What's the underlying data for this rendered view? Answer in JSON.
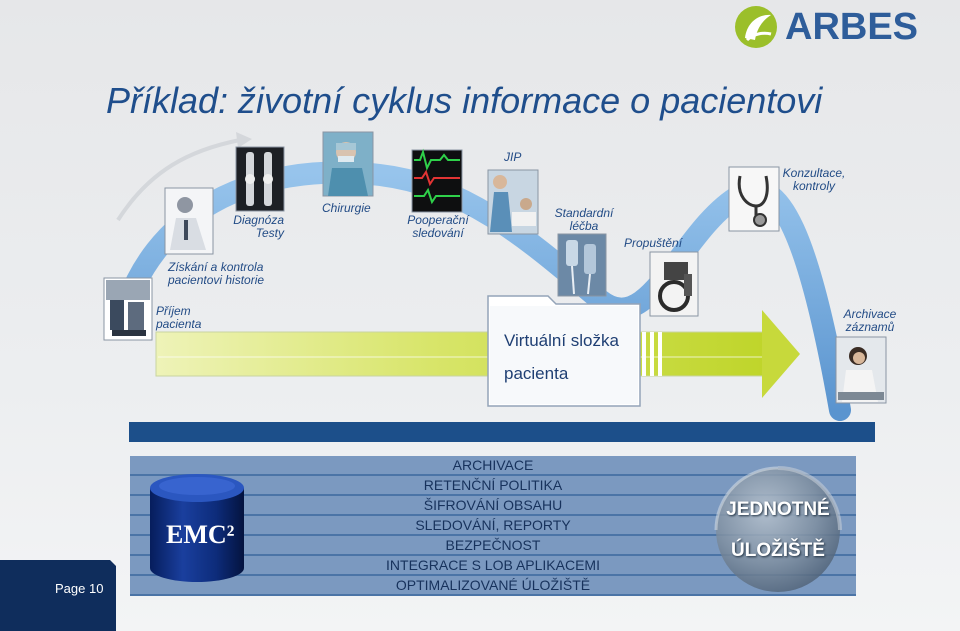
{
  "brand": {
    "name": "ARBES"
  },
  "title": "Příklad: životní cyklus informace o pacientovi",
  "stages": [
    {
      "id": "prijem",
      "label_line1": "Příjem",
      "label_line2": "pacienta"
    },
    {
      "id": "ziskani",
      "label_line1": "Získání a kontrola",
      "label_line2": "pacientovi historie"
    },
    {
      "id": "diagnoza",
      "label_line1": "Diagnóza",
      "label_line2": "Testy"
    },
    {
      "id": "chirurgie",
      "label_line1": "Chirurgie",
      "label_line2": ""
    },
    {
      "id": "pooperacni",
      "label_line1": "Pooperační",
      "label_line2": "sledování"
    },
    {
      "id": "jip",
      "label_line1": "JIP",
      "label_line2": ""
    },
    {
      "id": "standardni",
      "label_line1": "Standardní",
      "label_line2": "léčba"
    },
    {
      "id": "propusteni",
      "label_line1": "Propuštění",
      "label_line2": ""
    },
    {
      "id": "konzultace",
      "label_line1": "Konzultace,",
      "label_line2": "kontroly"
    },
    {
      "id": "archivace",
      "label_line1": "Archivace",
      "label_line2": "záznamů"
    }
  ],
  "folder": {
    "line1": "Virtuální složka",
    "line2": "pacienta"
  },
  "storage": {
    "vendor_logo": "EMC²",
    "items": [
      "ARCHIVACE",
      "RETENČNÍ POLITIKA",
      "ŠIFROVÁNÍ OBSAHU",
      "SLEDOVÁNÍ, REPORTY",
      "BEZPEČNOST",
      "INTEGRACE S LOB APLIKACEMI",
      "OPTIMALIZOVANÉ ÚLOŽIŠTĚ"
    ],
    "sphere_line1": "JEDNOTNÉ",
    "sphere_line2": "ÚLOŽIŠTĚ"
  },
  "footer": {
    "page": "Page 10"
  },
  "colors": {
    "title": "#1f4e8c",
    "curve": "#6ea6dc",
    "arrow": "#c7d93b",
    "bar": "#1c4f8a",
    "panel": "#4b74a6",
    "brand_green": "#9bbf2a",
    "brand_blue": "#2e5d9a"
  },
  "icons": [
    "ambulance-photo",
    "doctor-photo",
    "xray-photo",
    "surgeon-photo",
    "monitor-photo",
    "nurse-photo",
    "iv-drip-photo",
    "wheelchair-photo",
    "stethoscope-photo",
    "archivist-photo",
    "database-cylinder-icon",
    "sphere-icon"
  ]
}
